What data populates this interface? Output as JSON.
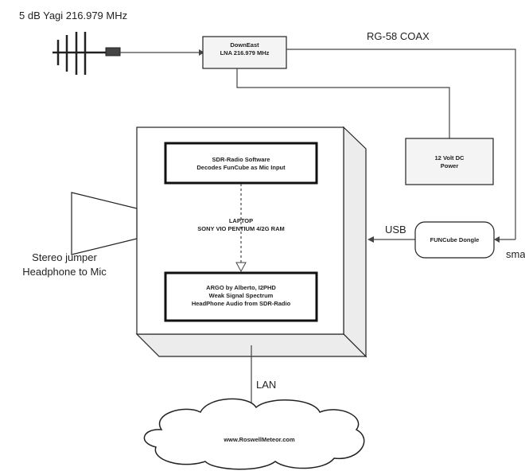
{
  "antenna": {
    "label": "5 dB Yagi 216.979 MHz"
  },
  "lna": {
    "line1": "DownEast",
    "line2": "LNA 216.979 MHz"
  },
  "coax": {
    "label": "RG-58 COAX"
  },
  "power": {
    "line1": "12 Volt DC",
    "line2": "Power"
  },
  "laptop": {
    "line1": "LAPTOP",
    "line2": "SONY VIO PENTIUM 4/2G RAM"
  },
  "sdr": {
    "line1": "SDR-Radio Software",
    "line2": "Decodes FunCube as Mic Input"
  },
  "argo": {
    "line1": "ARGO by Alberto, I2PHD",
    "line2": "Weak Signal Spectrum",
    "line3": "HeadPhone Audio from SDR-Radio"
  },
  "usb": {
    "label": "USB"
  },
  "funcube": {
    "label": "FUNCube Dongle"
  },
  "sma": {
    "label": "sma"
  },
  "jumper": {
    "line1": "Stereo jumper",
    "line2": "Headphone to Mic"
  },
  "lan": {
    "label": "LAN"
  },
  "cloud": {
    "label": "www.RoswellMeteor.com"
  }
}
